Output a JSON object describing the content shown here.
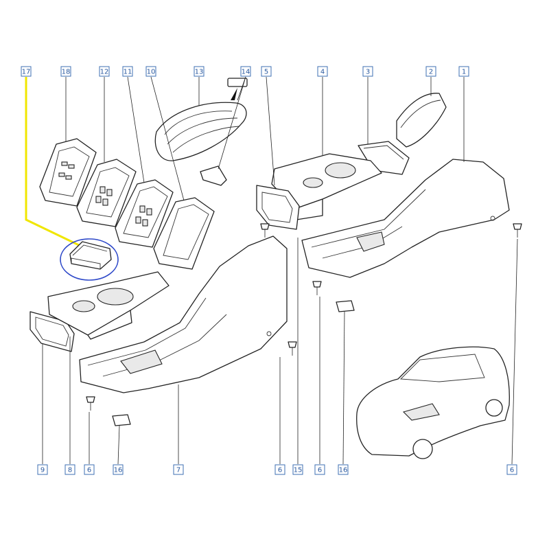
{
  "callouts": [
    {
      "id": "c17",
      "label": "17",
      "highlight": true
    },
    {
      "id": "c18",
      "label": "18"
    },
    {
      "id": "c12",
      "label": "12"
    },
    {
      "id": "c11",
      "label": "11"
    },
    {
      "id": "c10",
      "label": "10"
    },
    {
      "id": "c13",
      "label": "13"
    },
    {
      "id": "c14",
      "label": "14"
    },
    {
      "id": "c5",
      "label": "5"
    },
    {
      "id": "c4",
      "label": "4"
    },
    {
      "id": "c3",
      "label": "3"
    },
    {
      "id": "c2",
      "label": "2"
    },
    {
      "id": "c1",
      "label": "1"
    },
    {
      "id": "c9",
      "label": "9"
    },
    {
      "id": "c8",
      "label": "8"
    },
    {
      "id": "c6a",
      "label": "6"
    },
    {
      "id": "c16a",
      "label": "16"
    },
    {
      "id": "c7",
      "label": "7"
    },
    {
      "id": "c6b",
      "label": "6"
    },
    {
      "id": "c15",
      "label": "15"
    },
    {
      "id": "c6c",
      "label": "6"
    },
    {
      "id": "c16b",
      "label": "16"
    },
    {
      "id": "c6d",
      "label": "6"
    }
  ],
  "colors": {
    "callout_border": "#3d6fb3",
    "callout_text": "#2b5aa0",
    "highlight_fill": "#f3f23a",
    "highlight_line": "#f0e600",
    "circle_mark": "#2e49c9",
    "line_art": "#222222"
  }
}
